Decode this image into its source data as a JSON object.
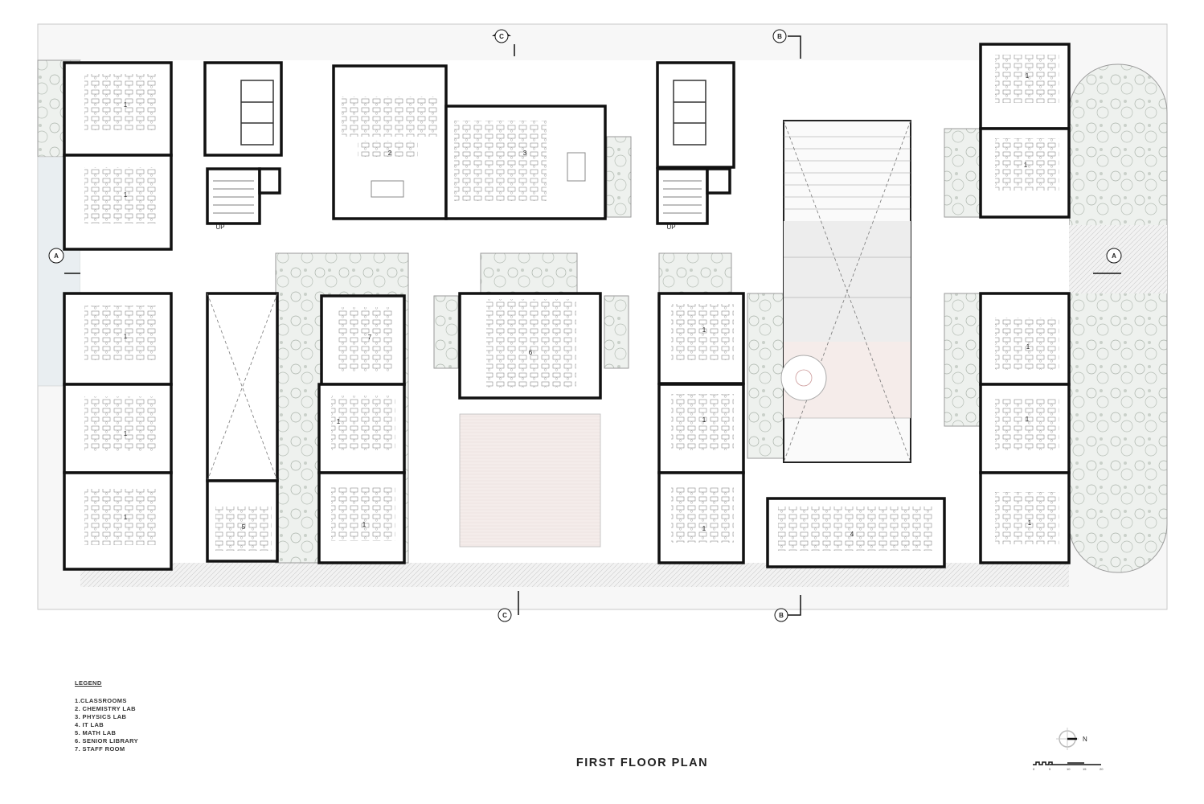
{
  "title": "FIRST FLOOR PLAN",
  "legend": {
    "heading": "LEGEND",
    "items": [
      "1.CLASSROOMS",
      "2. CHEMISTRY LAB",
      "3. PHYSICS LAB",
      "4. IT LAB",
      "5. MATH LAB",
      "6. SENIOR LIBRARY",
      "7. STAFF ROOM"
    ]
  },
  "section_markers": {
    "a": "A",
    "b": "B",
    "c": "C"
  },
  "stairs": {
    "up_label": "UP"
  },
  "rooms": {
    "classroom": "1",
    "chemistry": "2",
    "physics": "3",
    "it": "4",
    "math": "5",
    "library": "6",
    "staff": "7"
  },
  "north": "N",
  "scale_bar": {
    "ticks": [
      "0",
      "5",
      "10",
      "15",
      "20"
    ]
  }
}
